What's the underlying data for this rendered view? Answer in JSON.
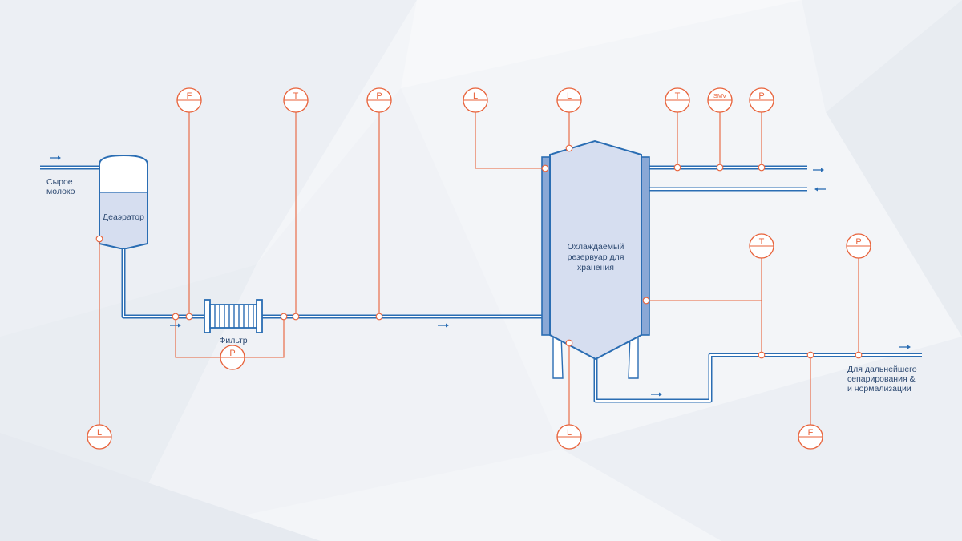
{
  "labels": {
    "raw_milk_line1": "Сырое",
    "raw_milk_line2": "молоко",
    "deaerator": "Деаэратор",
    "filter": "Фильтр",
    "tank_line1": "Охлаждаемый",
    "tank_line2": "резервуар для",
    "tank_line3": "хранения",
    "outlet_line1": "Для дальнейшего",
    "outlet_line2": "сепарирования &",
    "outlet_line3": "и нормализации"
  },
  "instruments": {
    "deaerator_level": "L",
    "flow_before_filter": "F",
    "filter_dp": "P",
    "temp_after_filter": "T",
    "pressure_inlet": "P",
    "tank_level_side": "L",
    "tank_level_top": "L",
    "jacket_temp": "T",
    "jacket_smv": "SMV",
    "jacket_pressure": "P",
    "tank_temp": "T",
    "outlet_pressure": "P",
    "tank_bottom_level": "L",
    "outlet_flow": "F"
  },
  "colors": {
    "pipe": "#2a6db3",
    "signal": "#e8623a",
    "vessel_fill": "#d6def0",
    "background": "#f3f5f8"
  }
}
